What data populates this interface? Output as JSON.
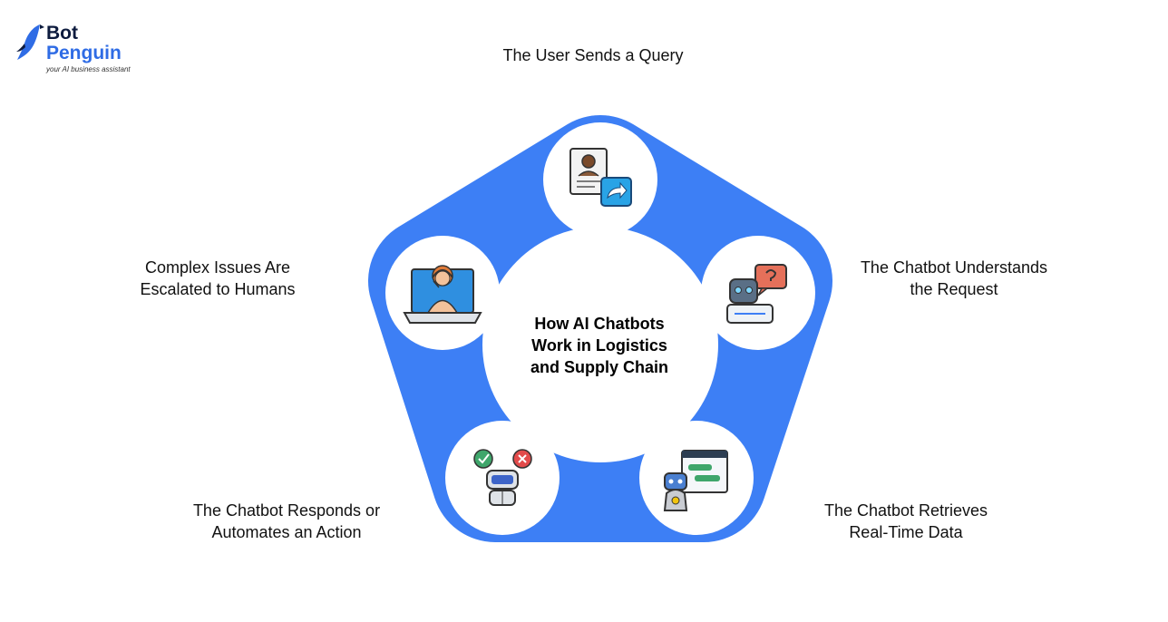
{
  "logo": {
    "line1": "Bot",
    "line2": "Penguin",
    "tagline": "your AI business assistant"
  },
  "colors": {
    "ring": "#3d7ff5",
    "brand_blue": "#2f6ce5",
    "brand_dark": "#0d1b3e"
  },
  "center_title": {
    "line1": "How AI Chatbots",
    "line2": "Work in Logistics",
    "line3": "and Supply Chain"
  },
  "steps": [
    {
      "line1": "The User Sends a Query",
      "line2": "",
      "icon": "document-share-icon"
    },
    {
      "line1": "The Chatbot Understands",
      "line2": "the Request",
      "icon": "robot-question-icon"
    },
    {
      "line1": "The Chatbot Retrieves",
      "line2": "Real-Time Data",
      "icon": "robot-dashboard-icon"
    },
    {
      "line1": "The Chatbot Responds or",
      "line2": "Automates an Action",
      "icon": "robot-check-cross-icon"
    },
    {
      "line1": "Complex Issues Are",
      "line2": "Escalated to Humans",
      "icon": "human-agent-laptop-icon"
    }
  ]
}
